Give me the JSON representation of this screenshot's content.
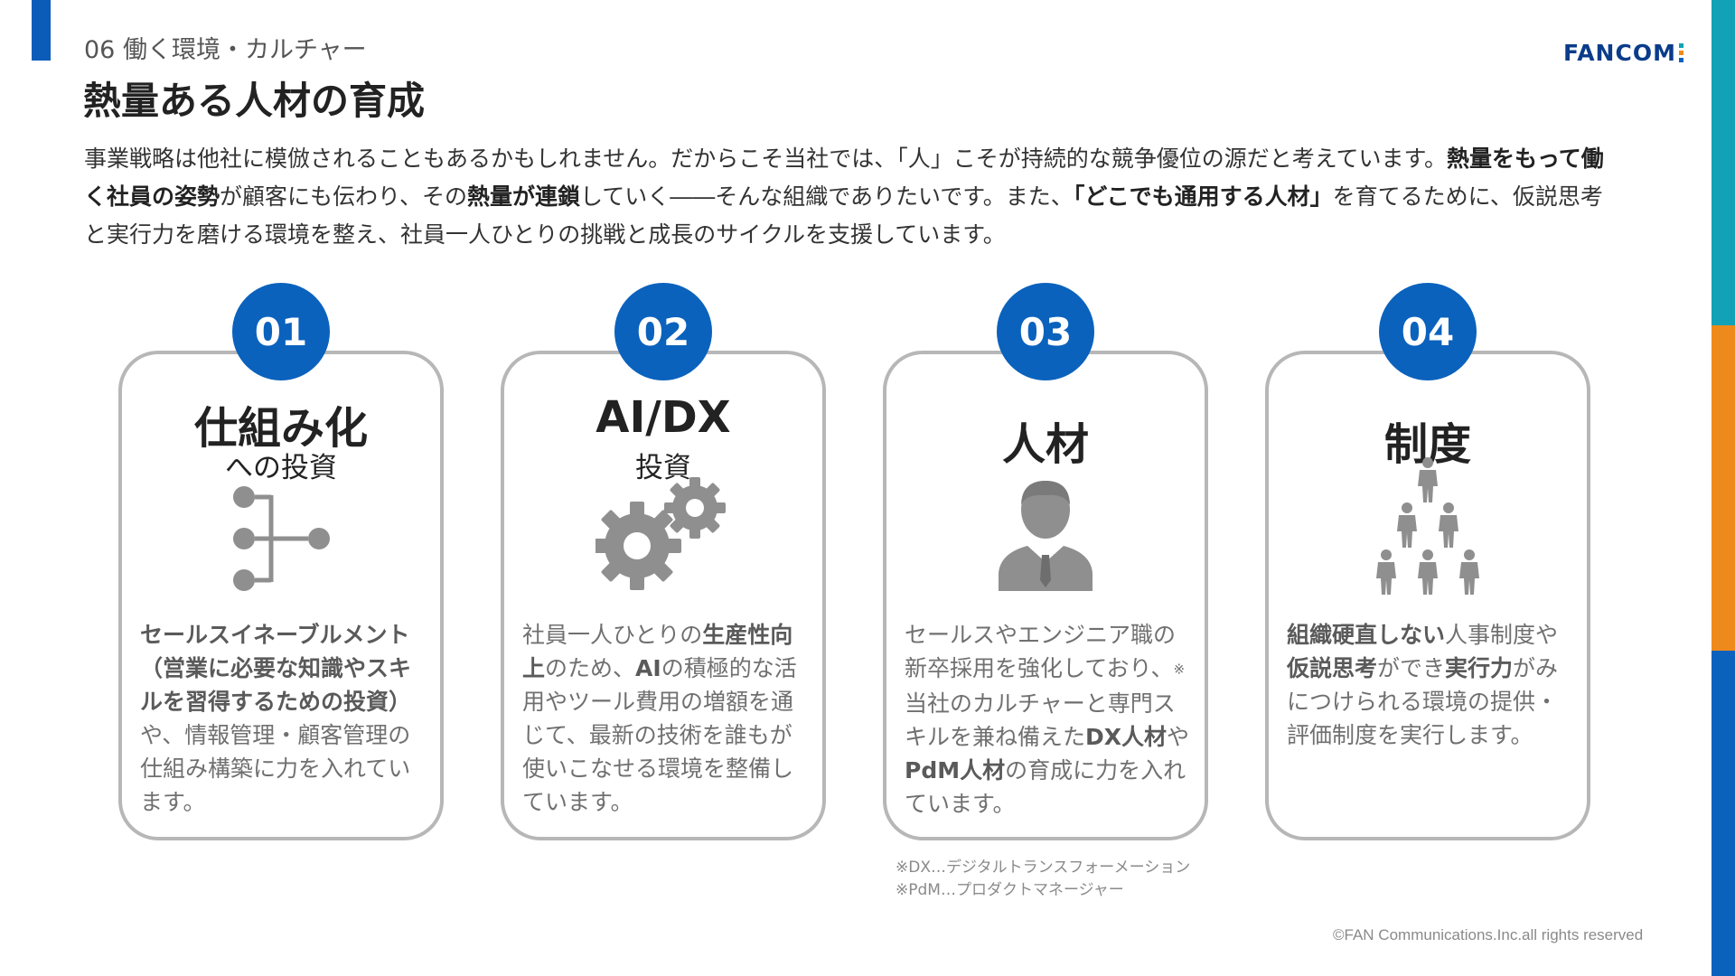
{
  "header": {
    "section": "06 働く環境・カルチャー",
    "title": "熱量ある人材の育成",
    "logo_text": "FANCOM",
    "logo_colors": [
      "#12a2b7",
      "#ee8a1b",
      "#0a62bd"
    ]
  },
  "intro": [
    {
      "text": "事業戦略は他社に模倣されることもあるかもしれません。だからこそ当社では、「人」こそが持続的な競争優位の源だと考えています。",
      "bold": false
    },
    {
      "text": "熱量をもって働く社員の姿勢",
      "bold": true
    },
    {
      "text": "が顧客にも伝わり、その",
      "bold": false
    },
    {
      "text": "熱量が連鎖",
      "bold": true
    },
    {
      "text": "していく――そんな組織でありたいです。また、",
      "bold": false
    },
    {
      "text": "「どこでも通用する人材」",
      "bold": true
    },
    {
      "text": "を育てるために、仮説思考と実行力を磨ける環境を整え、社員一人ひとりの挑戦と成長のサイクルを支援しています。",
      "bold": false
    }
  ],
  "cards": [
    {
      "number": "01",
      "heading": "仕組み化",
      "sub": "への投資",
      "icon": "hierarchy-icon",
      "body": [
        {
          "text": "セールスイネーブルメント（営業に必要な知識やスキルを習得するための投資）",
          "bold": true
        },
        {
          "text": "や、情報管理・顧客管理の仕組み構築に力を入れています。",
          "bold": false
        }
      ]
    },
    {
      "number": "02",
      "heading": "AI/DX",
      "sub": "投資",
      "icon": "gears-icon",
      "body": [
        {
          "text": "社員一人ひとりの",
          "bold": false
        },
        {
          "text": "生産性向上",
          "bold": true
        },
        {
          "text": "のため、",
          "bold": false
        },
        {
          "text": "AI",
          "bold": true
        },
        {
          "text": "の積極的な活用やツール費用の増額を通じて、最新の技術を誰もが使いこなせる環境を整備しています。",
          "bold": false
        }
      ]
    },
    {
      "number": "03",
      "heading": "人材",
      "sub": "",
      "icon": "businessman-icon",
      "body": [
        {
          "text": "セールスやエンジニア職の新卒採用を強化しており、",
          "bold": false
        },
        {
          "text": "※",
          "bold": false,
          "sup": true
        },
        {
          "text": "当社のカルチャーと専門スキルを兼ね備えた",
          "bold": false
        },
        {
          "text": "DX人材",
          "bold": true
        },
        {
          "text": "や",
          "bold": false
        },
        {
          "text": "PdM人材",
          "bold": true
        },
        {
          "text": "の育成に力を入れています。",
          "bold": false
        }
      ]
    },
    {
      "number": "04",
      "heading": "制度",
      "sub": "",
      "icon": "people-pyramid-icon",
      "body": [
        {
          "text": "組織硬直しない",
          "bold": true
        },
        {
          "text": "人事制度や",
          "bold": false
        },
        {
          "text": "仮説思考",
          "bold": true
        },
        {
          "text": "ができ",
          "bold": false
        },
        {
          "text": "実行力",
          "bold": true
        },
        {
          "text": "がみにつけられる環境の提供・評価制度を実行します。",
          "bold": false
        }
      ]
    }
  ],
  "footnotes": {
    "dx": "※DX…デジタルトランスフォーメーション",
    "pdm": "※PdM…プロダクトマネージャー"
  },
  "copyright": "©FAN Communications.Inc.all rights reserved"
}
